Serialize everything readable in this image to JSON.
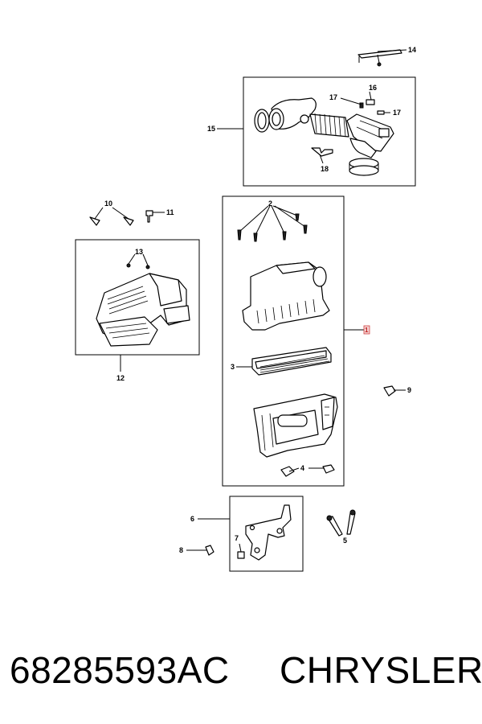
{
  "callouts": {
    "c1": "1",
    "c2": "2",
    "c3": "3",
    "c4": "4",
    "c5": "5",
    "c6": "6",
    "c7": "7",
    "c8": "8",
    "c9": "9",
    "c10": "10",
    "c11": "11",
    "c12": "12",
    "c13": "13",
    "c14": "14",
    "c15": "15",
    "c16": "16",
    "c17a": "17",
    "c17b": "17",
    "c18": "18"
  },
  "footer": {
    "part_number": "68285593AC",
    "brand": "CHRYSLER"
  },
  "colors": {
    "line": "#000000",
    "highlight": "#d04040"
  }
}
